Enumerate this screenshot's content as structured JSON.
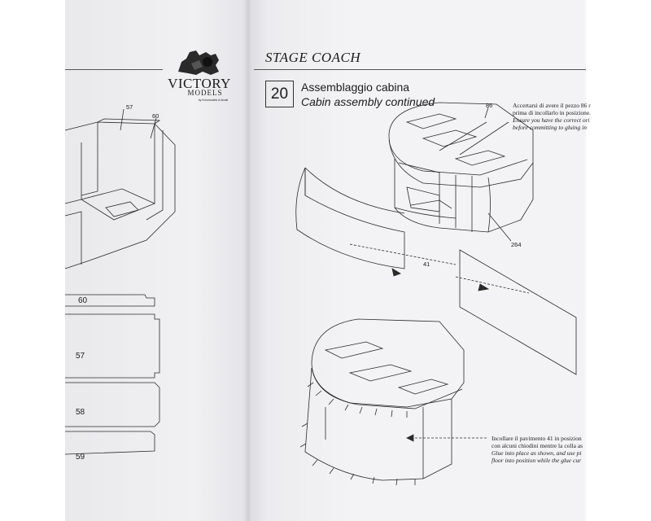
{
  "header": {
    "book_title": "STAGE COACH",
    "logo_main": "VICTORY",
    "logo_sub": "MODELS",
    "logo_tagline": "by Euromodels & Amati"
  },
  "step": {
    "number": "20",
    "title_it": "Assemblaggio cabina",
    "title_en": "Cabin assembly continued"
  },
  "left_page": {
    "part_callouts": [
      "57",
      "60"
    ],
    "strip_labels": [
      "60",
      "57",
      "58",
      "59"
    ]
  },
  "right_page": {
    "part_callouts": {
      "p86": "86",
      "p264": "264",
      "p41": "41"
    },
    "note_top": {
      "it_lines": [
        "Accertarsi di avere il pezzo 86 r",
        "prima di incollarlo in posizione."
      ],
      "en_lines": [
        "Ensure you have the correct ori",
        "before committing to gluing in"
      ]
    },
    "note_bottom": {
      "it_lines": [
        "Incollare il pavimento 41 in posizion",
        "con alcuni chiodini mentre la colla as"
      ],
      "en_lines": [
        "Glue into place as shown, and use pi",
        "floor into position while the glue cur"
      ]
    }
  },
  "colors": {
    "ink": "#1b1b1b",
    "paper": "#f3f3f5",
    "gutter": "#cfcfd4"
  }
}
